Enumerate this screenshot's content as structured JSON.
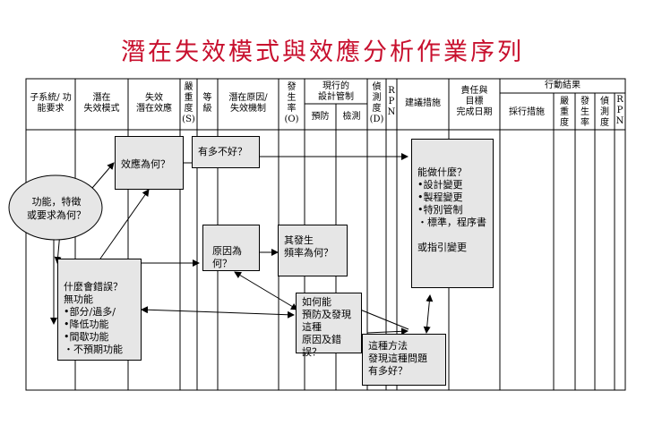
{
  "title": "潛在失效模式與效應分析作業序列",
  "headers": {
    "subsystem": "子系統/ 功\n能要求",
    "failure_mode": "潛在\n失效模式",
    "failure_effect": "失效\n潛在效應",
    "severity": "嚴\n重\n度\n(S)",
    "class": "等\n級",
    "cause": "潛在原因/\n失效機制",
    "occurrence": "發\n生\n率\n(O)",
    "controls": "現行的\n設計管制",
    "prevention": "預防",
    "detection": "檢測",
    "detection_d": "偵\n測\n度\n(D)",
    "rpn": "R\nP\nN",
    "recommended": "建議措施",
    "responsibility": "責任與\n目標\n完成日期",
    "results": "行動結果",
    "action_taken": "採行措施",
    "r_severity": "嚴\n重\n度",
    "r_occurrence": "發\n生\n率",
    "r_detection": "偵\n測\n度",
    "r_rpn": "R\nP\nN"
  },
  "boxes": {
    "function_q": "功能，特徵\n或要求為何？",
    "effect_q": "效應為何？",
    "how_bad": "有多不好？",
    "what_wrong": "什麼會錯誤？\n無功能\n•部分/過多/\n•降低功能\n•間歇功能\n・不預期功能",
    "cause_q": "原因為何？",
    "occurrence_q": "其發生\n    頻率為何？",
    "prevent_q": "如何能\n預防及發現\n這種\n原因及錯誤？",
    "method_q": "這種方法\n發現這種問題\n有多好？",
    "what_do": "能做什麼？\n•設計變更\n•製程變更\n•特別管制\n ・標準，程序書\n\n或指引變更"
  }
}
